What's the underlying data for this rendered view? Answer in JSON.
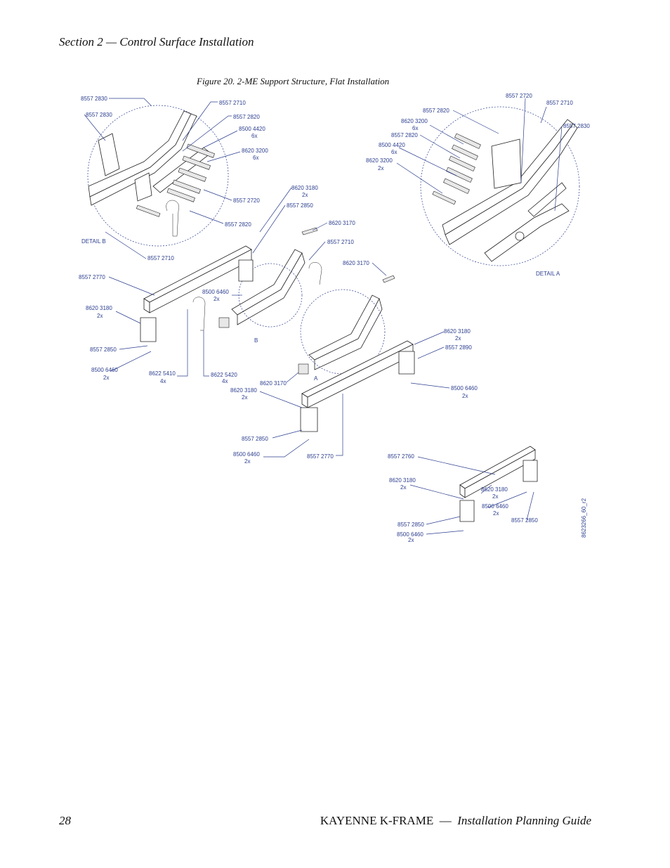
{
  "header": {
    "section": "Section 2 — Control Surface Installation"
  },
  "figure": {
    "caption": "Figure 20.  2-ME Support Structure, Flat Installation",
    "drawing_id": "8623266_60_r2",
    "detail_b_title": "DETAIL B",
    "detail_a_title": "DETAIL A",
    "marker_a": "A",
    "marker_b": "B",
    "labels": [
      {
        "t": "8557 2830"
      },
      {
        "t": "8557 2830"
      },
      {
        "t": "8557 2710"
      },
      {
        "t": "8557 2820"
      },
      {
        "t": "8500 4420"
      },
      {
        "t": "6x"
      },
      {
        "t": "8620 3200"
      },
      {
        "t": "6x"
      },
      {
        "t": "8557 2720"
      },
      {
        "t": "8557 2820"
      },
      {
        "t": "8557 2710"
      },
      {
        "t": "8620 3180"
      },
      {
        "t": "2x"
      },
      {
        "t": "8557 2850"
      },
      {
        "t": "8620 3170"
      },
      {
        "t": "8557 2710"
      },
      {
        "t": "8620 3170"
      },
      {
        "t": "8557 2770"
      },
      {
        "t": "8500 6460"
      },
      {
        "t": "2x"
      },
      {
        "t": "8620 3180"
      },
      {
        "t": "2x"
      },
      {
        "t": "8557 2850"
      },
      {
        "t": "8500 6460"
      },
      {
        "t": "2x"
      },
      {
        "t": "8622 5410"
      },
      {
        "t": "4x"
      },
      {
        "t": "8622 5420"
      },
      {
        "t": "4x"
      },
      {
        "t": "8620 3170"
      },
      {
        "t": "8620 3180"
      },
      {
        "t": "2x"
      },
      {
        "t": "8557 2850"
      },
      {
        "t": "8500 6460"
      },
      {
        "t": "2x"
      },
      {
        "t": "8557 2770"
      },
      {
        "t": "8620 3180"
      },
      {
        "t": "2x"
      },
      {
        "t": "8557 2890"
      },
      {
        "t": "8500 6460"
      },
      {
        "t": "2x"
      },
      {
        "t": "8557 2720"
      },
      {
        "t": "8557 2710"
      },
      {
        "t": "8557 2820"
      },
      {
        "t": "8620 3200"
      },
      {
        "t": "6x"
      },
      {
        "t": "8557 2820"
      },
      {
        "t": "8557 2830"
      },
      {
        "t": "8500 4420"
      },
      {
        "t": "6x"
      },
      {
        "t": "8620 3200"
      },
      {
        "t": "2x"
      },
      {
        "t": "8557 2760"
      },
      {
        "t": "8620 3180"
      },
      {
        "t": "2x"
      },
      {
        "t": "8620 3180"
      },
      {
        "t": "2x"
      },
      {
        "t": "8500 6460"
      },
      {
        "t": "2x"
      },
      {
        "t": "8557 2850"
      },
      {
        "t": "8557 2850"
      },
      {
        "t": "8500 6460"
      },
      {
        "t": "2x"
      }
    ]
  },
  "footer": {
    "page_number": "28",
    "product": "KAYENNE K-FRAME",
    "separator": "—",
    "guide": "Installation Planning Guide"
  }
}
